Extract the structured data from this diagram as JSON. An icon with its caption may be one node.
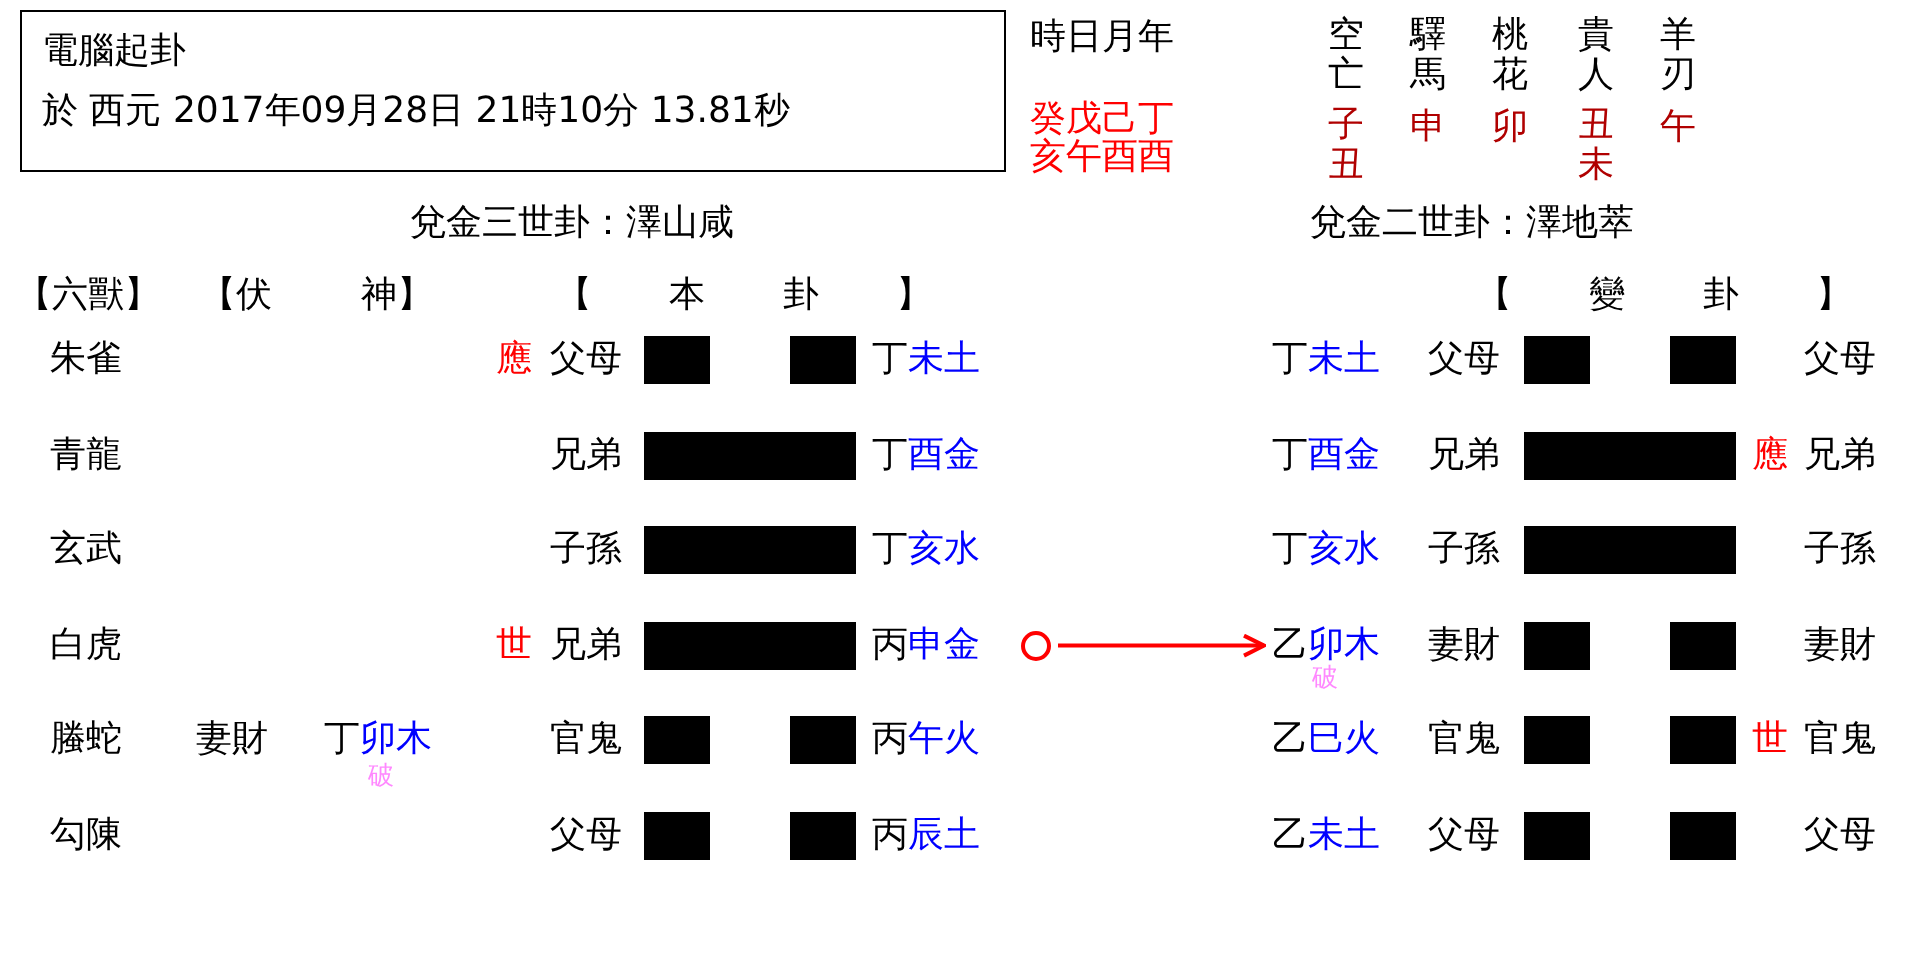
{
  "diagram": {
    "nodes": [
      {
        "text": [
          "電腦起卦",
          "於 西元 2017年09月28日 21時10分 13.81秒"
        ]
      },
      {
        "text": [],
        "shape": "circle"
      },
      {
        "text": [
          "乙卯木"
        ],
        "beside": [
          "破"
        ]
      }
    ],
    "edges": [
      {
        "from": 1,
        "to": 2,
        "arrow": "to",
        "color": "#ff0000"
      }
    ],
    "labels": [
      "時日月年",
      "空亡",
      "驛馬",
      "桃花",
      "貴人",
      "羊刃",
      "癸戊己丁",
      "子丑",
      "申",
      "卯",
      "丑未",
      "午",
      "亥午酉酉",
      "兌金三世卦：澤山咸",
      "兌金二世卦：澤地萃",
      "【六獸】",
      "【伏 神】",
      "【 本 卦 】",
      "【 變 卦 】",
      "朱雀",
      "應",
      "父母",
      "丁未土",
      "丁未土",
      "父母",
      "父母",
      "青龍",
      "兄弟",
      "丁酉金",
      "丁酉金",
      "兄弟",
      "應",
      "兄弟",
      "玄武",
      "子孫",
      "丁亥水",
      "丁亥水",
      "子孫",
      "子孫",
      "白虎",
      "世",
      "兄弟",
      "丙申金",
      "妻財",
      "妻財",
      "螣蛇",
      "妻財",
      "丁卯木",
      "破",
      "官鬼",
      "丙午火",
      "乙巳火",
      "官鬼",
      "世",
      "官鬼",
      "勾陳",
      "父母",
      "丙辰土",
      "乙未土",
      "父母",
      "父母"
    ]
  }
}
